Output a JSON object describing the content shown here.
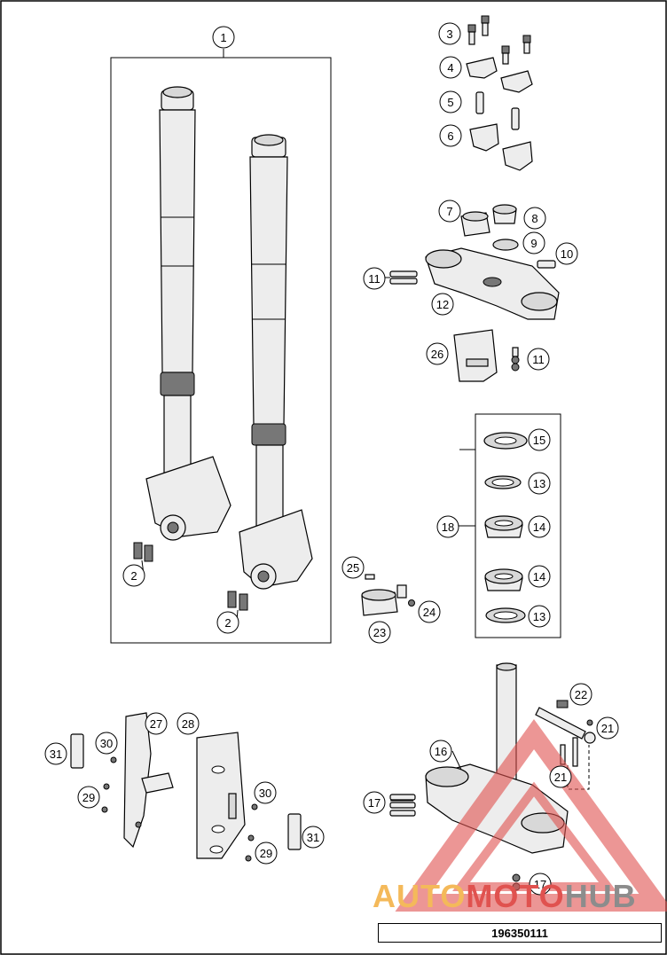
{
  "document_number": "196350111",
  "watermark": {
    "part1": "AUTO",
    "part2": "MOTO",
    "part3": "HUB"
  },
  "callouts": {
    "c1": "1",
    "c2a": "2",
    "c2b": "2",
    "c3": "3",
    "c4": "4",
    "c5": "5",
    "c6": "6",
    "c7": "7",
    "c8": "8",
    "c9": "9",
    "c10": "10",
    "c11a": "11",
    "c11b": "11",
    "c12": "12",
    "c13a": "13",
    "c13b": "13",
    "c14a": "14",
    "c14b": "14",
    "c15": "15",
    "c16": "16",
    "c17a": "17",
    "c17b": "17",
    "c18": "18",
    "c21a": "21",
    "c21b": "21",
    "c22": "22",
    "c23": "23",
    "c24": "24",
    "c25": "25",
    "c26": "26",
    "c27": "27",
    "c28": "28",
    "c29a": "29",
    "c29b": "29",
    "c30a": "30",
    "c30b": "30",
    "c31a": "31",
    "c31b": "31"
  },
  "colors": {
    "watermark_red": "#e0524f",
    "watermark_orange": "#f4b95a",
    "watermark_grey": "#8c8c8c"
  }
}
